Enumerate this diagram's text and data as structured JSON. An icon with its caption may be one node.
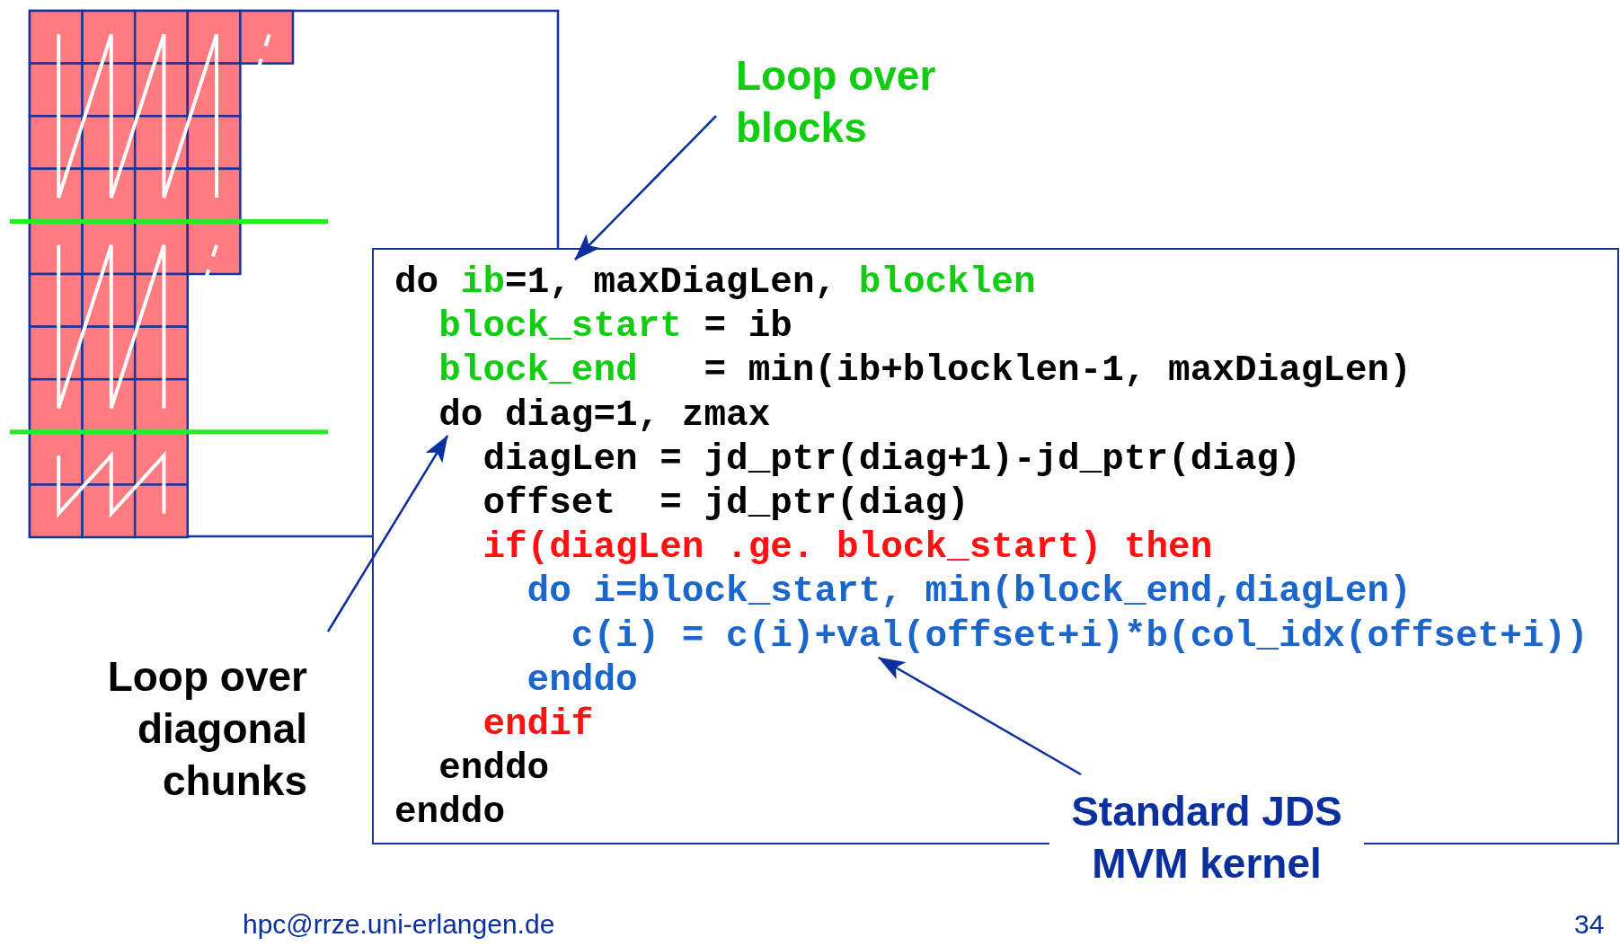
{
  "diagram": {
    "nodes": [
      {
        "text": [
          "Loop over blocks"
        ]
      },
      {
        "text": [],
        "shape": "box"
      },
      {
        "text": [
          "do ib=1, maxDiagLen, blocklen"
        ],
        "in": 1
      },
      {
        "text": [
          "block_start = ib"
        ],
        "in": 1
      },
      {
        "text": [
          "block_end   = min(ib+blocklen-1, maxDiagLen)"
        ],
        "in": 1
      },
      {
        "text": [
          "do diag=1, zmax"
        ],
        "in": 1
      },
      {
        "text": [
          "diagLen = jd_ptr(diag+1)-jd_ptr(diag)"
        ],
        "in": 1
      },
      {
        "text": [
          "offset  = jd_ptr(diag)"
        ],
        "in": 1
      },
      {
        "text": [
          "if(diagLen .ge. block_start) then"
        ],
        "in": 1
      },
      {
        "text": [
          "do i=block_start, min(block_end,diagLen)"
        ],
        "in": 1
      },
      {
        "text": [
          "c(i) = c(i)+val(offset+i)*b(col_idx(offset+i))"
        ],
        "in": 1
      },
      {
        "text": [
          "enddo"
        ],
        "in": 1
      },
      {
        "text": [
          "endif"
        ],
        "in": 1
      },
      {
        "text": [
          "enddo"
        ],
        "in": 1
      },
      {
        "text": [
          "enddo"
        ],
        "in": 1
      },
      {
        "text": [
          "Loop over diagonal chunks"
        ]
      },
      {
        "text": [
          "Standard JDS MVM kernel"
        ]
      }
    ],
    "edges": [
      {
        "from": 0,
        "to": 2,
        "arrow": "to"
      },
      {
        "from": 15,
        "to": 5,
        "arrow": "to"
      },
      {
        "from": 16,
        "to": 10,
        "arrow": "to"
      }
    ],
    "labels": [
      "hpc@rrze.uni-erlangen.de",
      "34"
    ]
  }
}
